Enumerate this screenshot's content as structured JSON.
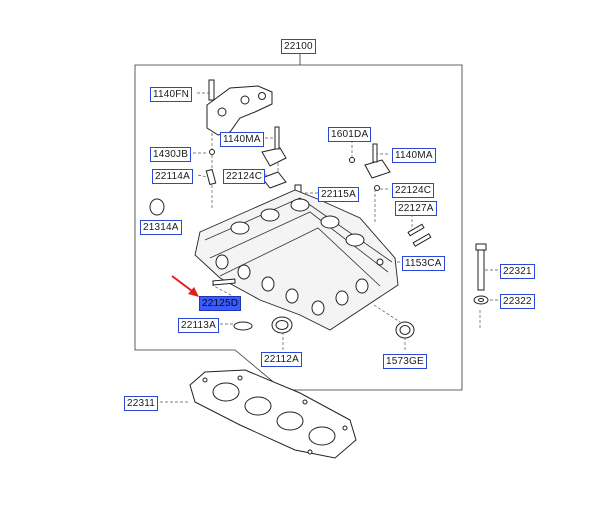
{
  "accent_color": "#2b47d6",
  "highlight_color": "#3b5bff",
  "arrow_color": "#e02020",
  "labels": {
    "p22100": "22100",
    "p1140FN": "1140FN",
    "p1140MA_a": "1140MA",
    "p1601DA": "1601DA",
    "p1140MA_b": "1140MA",
    "p1430JB": "1430JB",
    "p22114A": "22114A",
    "p22124C_a": "22124C",
    "p22115A": "22115A",
    "p22124C_b": "22124C",
    "p22127A": "22127A",
    "p21314A": "21314A",
    "p1153CA": "1153CA",
    "p22321": "22321",
    "p22125D": "22125D",
    "p22322": "22322",
    "p22113A": "22113A",
    "p22112A": "22112A",
    "p1573GE": "1573GE",
    "p22311": "22311"
  }
}
